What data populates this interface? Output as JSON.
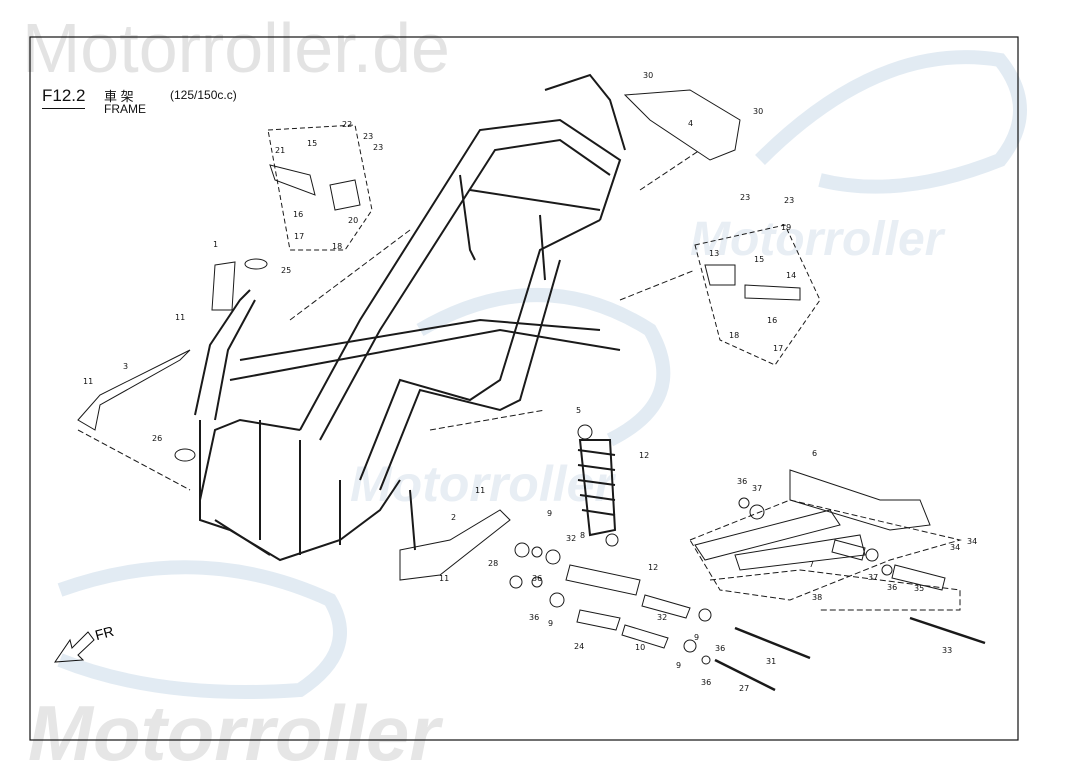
{
  "watermark": {
    "top": "Motorroller.de",
    "bottom": "Motorroller",
    "side": "Motorroller",
    "center": "Motorroller",
    "suffix": ".de"
  },
  "figure": {
    "number": "F12.2",
    "title_cn": "車    架",
    "variant": "(125/150c.c)",
    "title_en": "FRAME"
  },
  "direction": {
    "label": "FR"
  },
  "callouts": [
    "30",
    "4",
    "30",
    "22",
    "23",
    "23",
    "21",
    "15",
    "20",
    "16",
    "17",
    "18",
    "1",
    "25",
    "19",
    "23",
    "23",
    "13",
    "15",
    "14",
    "18",
    "16",
    "17",
    "11",
    "3",
    "11",
    "26",
    "5",
    "12",
    "6",
    "36",
    "37",
    "11",
    "2",
    "9",
    "32",
    "8",
    "12",
    "28",
    "36",
    "36",
    "9",
    "11",
    "7",
    "37",
    "36",
    "35",
    "38",
    "34",
    "34",
    "32",
    "9",
    "36",
    "24",
    "10",
    "9",
    "31",
    "36",
    "27",
    "33"
  ],
  "colors": {
    "line": "#1a1a1a",
    "watermark": "#e3e3e3",
    "watermark_blue": "#dfe8f0"
  }
}
